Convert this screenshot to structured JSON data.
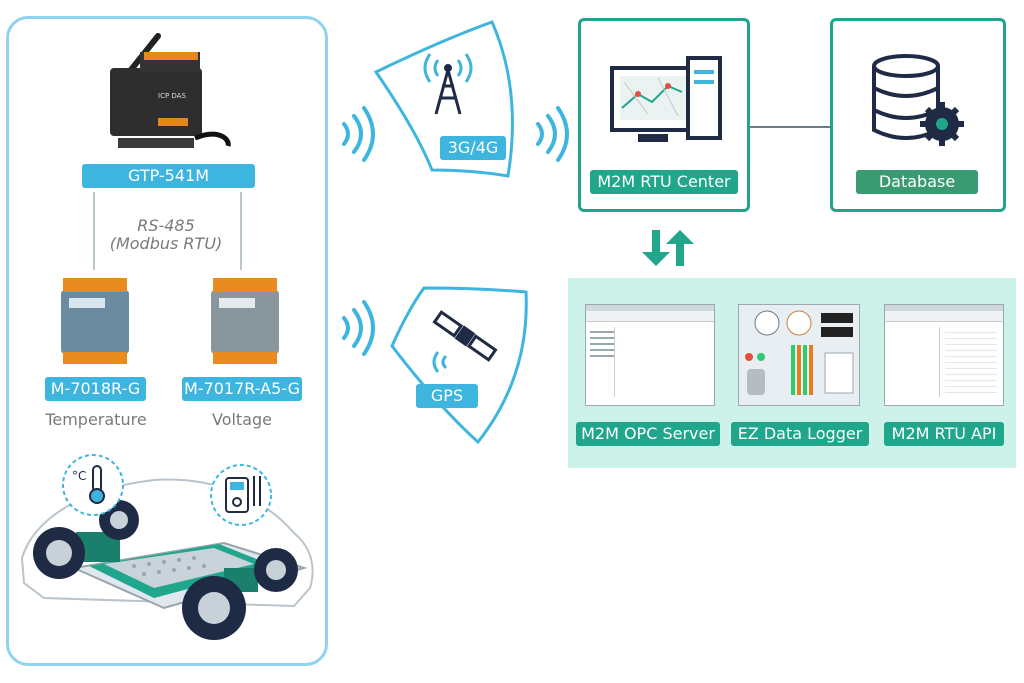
{
  "devices": {
    "gateway": {
      "label": "GTP-541M"
    },
    "bus": {
      "line1": "RS-485",
      "line2": "(Modbus RTU)"
    },
    "module1": {
      "label": "M-7018R-G",
      "caption": "Temperature"
    },
    "module2": {
      "label": "M-7017R-A5-G",
      "caption": "Voltage"
    },
    "gateway_brand": "ICP DAS"
  },
  "network": {
    "cellular": "3G/4G",
    "gps": "GPS"
  },
  "server": {
    "center": "M2M RTU Center",
    "database": "Database"
  },
  "software": {
    "items": [
      {
        "label": "M2M OPC Server"
      },
      {
        "label": "EZ Data Logger"
      },
      {
        "label": "M2M RTU API"
      }
    ]
  },
  "icons": [
    "cell-tower-icon",
    "satellite-icon",
    "monitor-icon",
    "database-gear-icon",
    "thermometer-icon",
    "multimeter-icon",
    "sync-arrows-icon",
    "wifi-wave-icon"
  ],
  "colors": {
    "teal": "#1fa68b",
    "blue": "#3eb5df",
    "green": "#3a9b73",
    "panel": "#cdf2ea",
    "outline": "#8fd3f0"
  }
}
